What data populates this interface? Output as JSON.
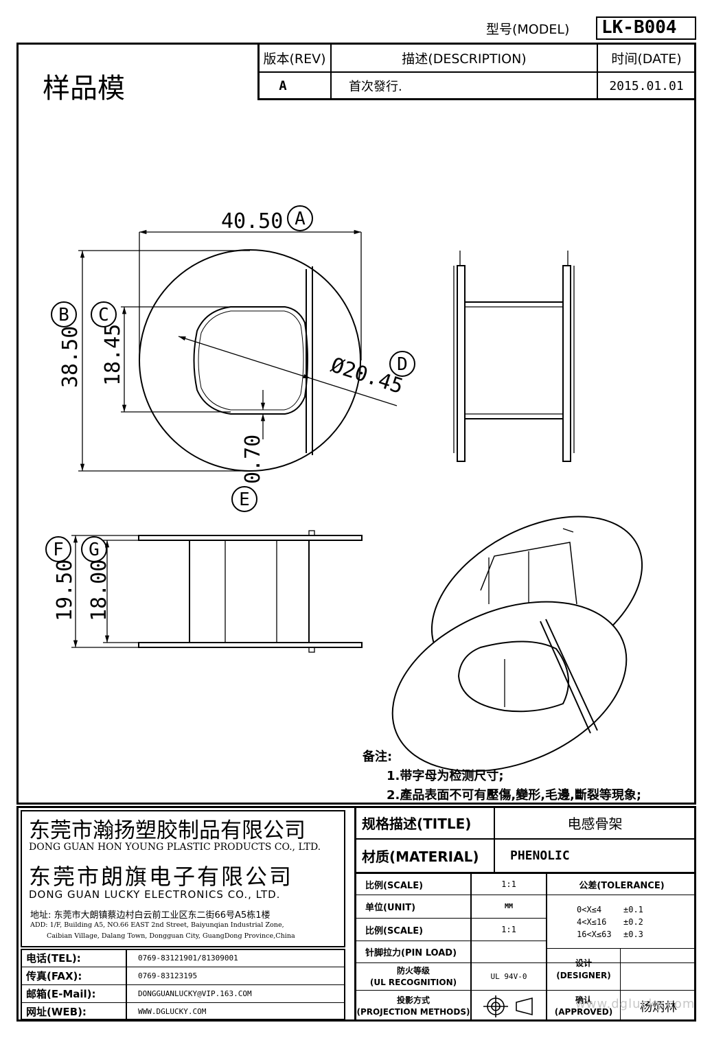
{
  "header": {
    "model_label": "型号(MODEL)",
    "model_value": "LK-B004",
    "sheet_title": "样品模",
    "rev_header": "版本(REV)",
    "desc_header": "描述(DESCRIPTION)",
    "date_header": "时间(DATE)",
    "rev_value": "A",
    "desc_value": "首次發行.",
    "date_value": "2015.01.01"
  },
  "drawing": {
    "dims": {
      "a_value": "40.50",
      "b_value": "38.50",
      "c_value": "18.45",
      "d_value": "Ø20.45",
      "e_value": "0.70",
      "f_value": "19.50",
      "g_value": "18.00"
    },
    "markers": {
      "a": "A",
      "b": "B",
      "c": "C",
      "d": "D",
      "e": "E",
      "f": "F",
      "g": "G"
    }
  },
  "notes": {
    "title": "备注:",
    "items": [
      "1.带字母为检测尺寸;",
      "2.產品表面不可有壓傷,變形,毛邊,斷裂等現象;"
    ]
  },
  "company": {
    "name_cn_1": "东莞市瀚扬塑胶制品有限公司",
    "name_en_1": "DONG GUAN HON YOUNG PLASTIC PRODUCTS CO., LTD.",
    "name_cn_2": "东莞市朗旗电子有限公司",
    "name_en_2": "DONG GUAN LUCKY ELECTRONICS CO., LTD.",
    "address_cn": "地址: 东莞市大朗镇蔡边村白云前工业区东二街66号A5栋1楼",
    "address_en_1": "ADD: 1/F, Building A5, NO.66 EAST 2nd Street, Baiyunqian Industrial Zone,",
    "address_en_2": "Caibian Village, Dalang Town, Dongguan City, GuangDong Province,China"
  },
  "contacts": [
    {
      "label": "电话(TEL):",
      "value": "0769-83121901/81309001"
    },
    {
      "label": "传真(FAX):",
      "value": "0769-83123195"
    },
    {
      "label": "邮箱(E-Mail):",
      "value": "DONGGUANLUCKY@VIP.163.COM"
    },
    {
      "label": "网址(WEB):",
      "value": "WWW.DGLUCKY.COM"
    }
  ],
  "spec": {
    "title_label": "规格描述(TITLE)",
    "title_value": "电感骨架",
    "material_label": "材质(MATERIAL)",
    "material_value": "PHENOLIC",
    "scale_label": "比例(SCALE)",
    "scale_value": "1:1",
    "tolerance_label": "公差(TOLERANCE)",
    "unit_label": "单位(UNIT)",
    "unit_value": "MM",
    "scale2_label": "比例(SCALE)",
    "scale2_value": "1:1",
    "tolerances": [
      {
        "range": "0<X≤4",
        "tol": "±0.1"
      },
      {
        "range": "4<X≤16",
        "tol": "±0.2"
      },
      {
        "range": "16<X≤63",
        "tol": "±0.3"
      }
    ],
    "pin_load_label": "针脚拉力(PIN LOAD)",
    "pin_load_value": "",
    "fire_label_1": "防火等级",
    "fire_label_2": "(UL RECOGNITION)",
    "fire_value": "UL 94V-0",
    "projection_label_1": "投影方式",
    "projection_label_2": "(PROJECTION METHODS)",
    "designer_label_1": "设计",
    "designer_label_2": "(DESIGNER)",
    "designer_value": "",
    "approved_label_1": "确认",
    "approved_label_2": "(APPROVED)",
    "approved_value": "杨炳林"
  },
  "watermark": "www.dglucky.com"
}
